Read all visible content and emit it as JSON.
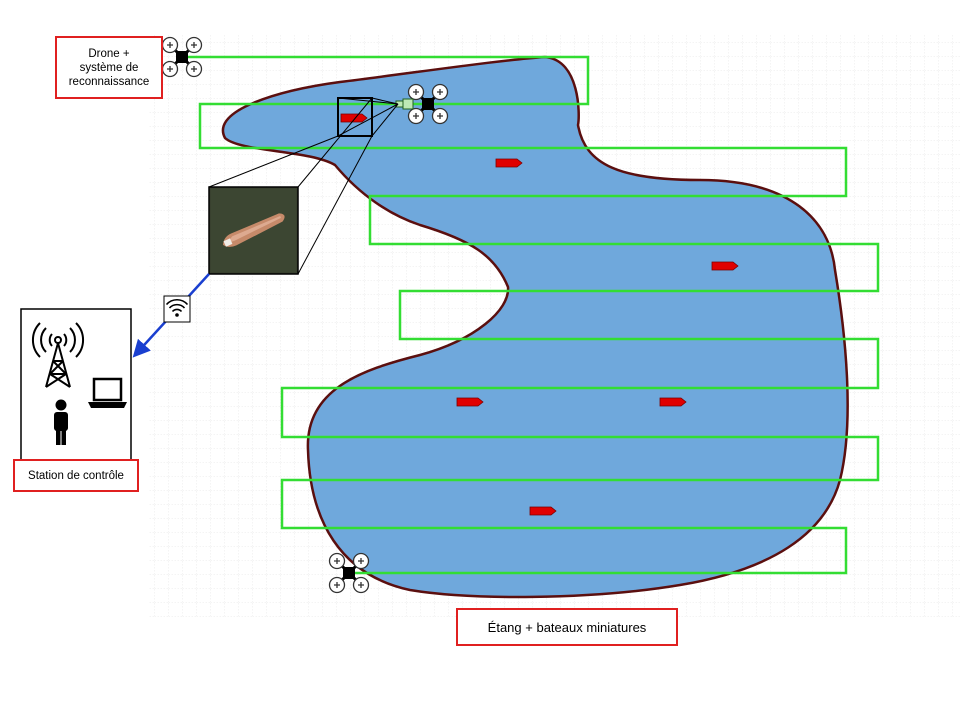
{
  "labels": {
    "drone_line1": "Drone +",
    "drone_line2": "système de",
    "drone_line3": "reconnaissance",
    "station": "Station de contrôle",
    "pond": "Étang + bateaux miniatures"
  },
  "icons": [
    "drone-icon",
    "camera-icon",
    "wifi-icon",
    "antenna-tower-icon",
    "person-icon",
    "laptop-icon",
    "boat-icon"
  ],
  "colors": {
    "pond_fill": "#6fa8dc",
    "pond_border": "#5b0f0f",
    "flight_path": "#33dd33",
    "boat": "#e00000",
    "label_border": "#e02020",
    "link_arrow": "#1a3fd0"
  }
}
